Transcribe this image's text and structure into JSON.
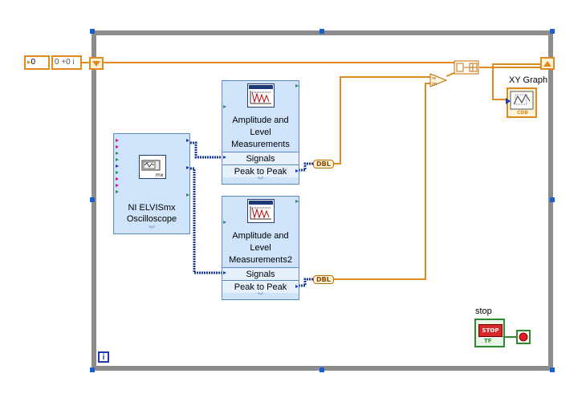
{
  "controls": {
    "numeric_value": "0",
    "complex_value": "0 +0 i"
  },
  "vis": {
    "elvis": {
      "line1": "NI ELVISmx",
      "line2": "Oscilloscope",
      "badge": "mx"
    },
    "amp1": {
      "line1": "Amplitude and",
      "line2": "Level",
      "line3": "Measurements",
      "row_signals": "Signals",
      "row_peak": "Peak to Peak"
    },
    "amp2": {
      "line1": "Amplitude and",
      "line2": "Level",
      "line3": "Measurements2",
      "row_signals": "Signals",
      "row_peak": "Peak to Peak"
    }
  },
  "indicators": {
    "dbl1": "DBL",
    "dbl2": "DBL",
    "xy_graph_label": "XY Graph",
    "xy_graph_tag": "CDB",
    "stop_label": "stop",
    "stop_button": "STOP",
    "stop_tf": "TF"
  },
  "loop": {
    "info_glyph": "i"
  },
  "colors": {
    "wire_orange": "#e08a1e",
    "wire_blue": "#1c3aa8",
    "frame_grey": "#8c8c8c",
    "vi_blue": "#cfe4fb"
  }
}
